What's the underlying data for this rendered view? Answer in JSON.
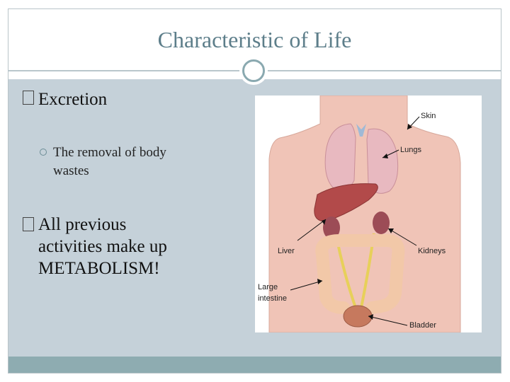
{
  "slide": {
    "title": "Characteristic of Life",
    "bullets": [
      {
        "text": "Excretion"
      },
      {
        "text_lines": [
          "All previous",
          "activities make up",
          "METABOLISM!"
        ]
      }
    ],
    "sub_bullet": {
      "lines": [
        "The removal of body",
        "wastes"
      ]
    }
  },
  "figure": {
    "labels": {
      "skin": "Skin",
      "lungs": "Lungs",
      "liver": "Liver",
      "kidneys": "Kidneys",
      "large_intestine_1": "Large",
      "large_intestine_2": "intestine",
      "bladder": "Bladder"
    }
  },
  "colors": {
    "title": "#5d7e8a",
    "panel": "#c5d1d9",
    "footer": "#8eacb1",
    "skin_tone": "#f0c4b7",
    "liver": "#b24a4a",
    "lungs": "#e8b9c0",
    "intestine": "#f2c8a8"
  }
}
